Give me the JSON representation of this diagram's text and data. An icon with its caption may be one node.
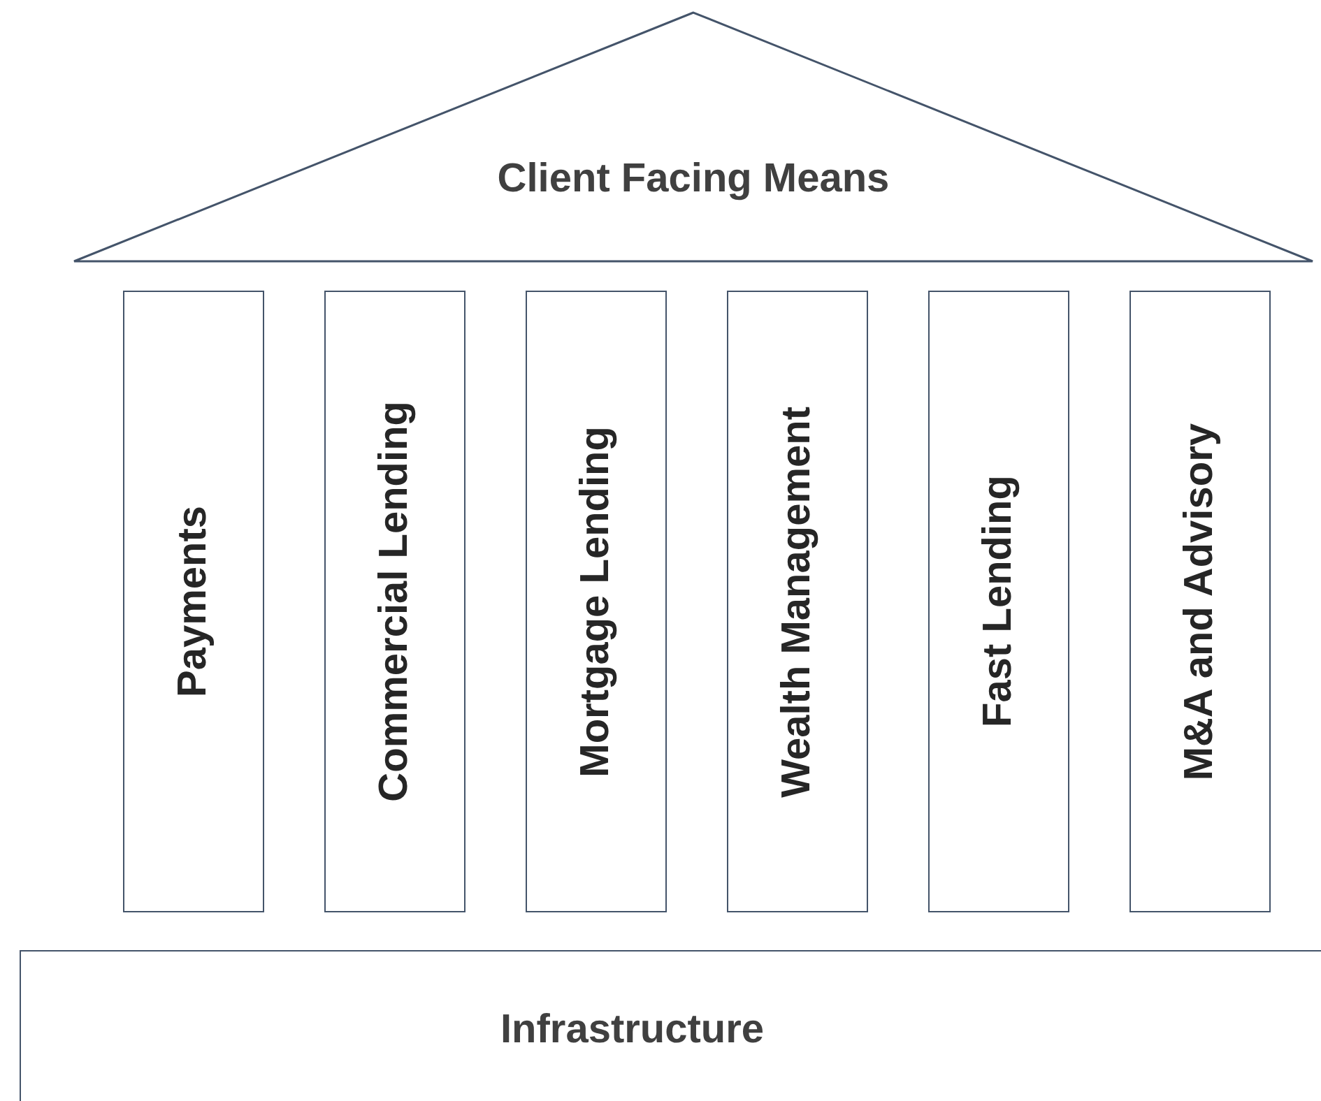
{
  "diagram": {
    "nodes": [
      {
        "text": [
          "Client Facing Means"
        ]
      },
      {
        "text": [
          "Payments"
        ]
      },
      {
        "text": [
          "Commercial Lending"
        ]
      },
      {
        "text": [
          "Mortgage Lending"
        ]
      },
      {
        "text": [
          "Wealth Management"
        ]
      },
      {
        "text": [
          "Fast Lending"
        ]
      },
      {
        "text": [
          "M&A and Advisory"
        ]
      },
      {
        "text": [
          "Infrastructure"
        ]
      }
    ]
  }
}
